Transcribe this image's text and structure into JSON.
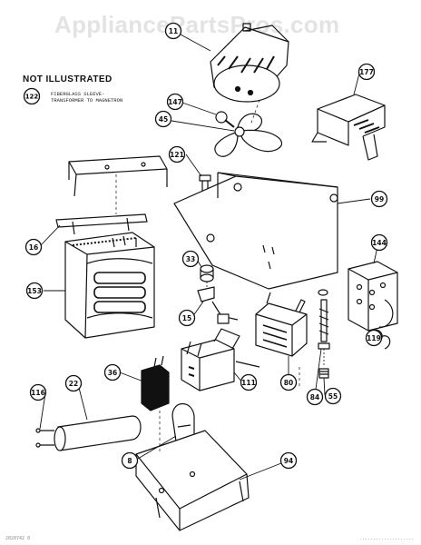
{
  "watermark": "AppliancePartsPros.com",
  "not_illustrated": {
    "title": "NOT ILLUSTRATED",
    "item_number": "122",
    "lines": [
      "FIBERGLASS SLEEVE-",
      "TRANSFORMER TO MAGNETRON"
    ]
  },
  "callouts": [
    "11",
    "177",
    "147",
    "45",
    "121",
    "99",
    "16",
    "144",
    "153",
    "33",
    "15",
    "119",
    "36",
    "111",
    "80",
    "116",
    "22",
    "84",
    "55",
    "8",
    "94"
  ],
  "footer": {
    "left": "2020742 0",
    "right": "...................."
  }
}
